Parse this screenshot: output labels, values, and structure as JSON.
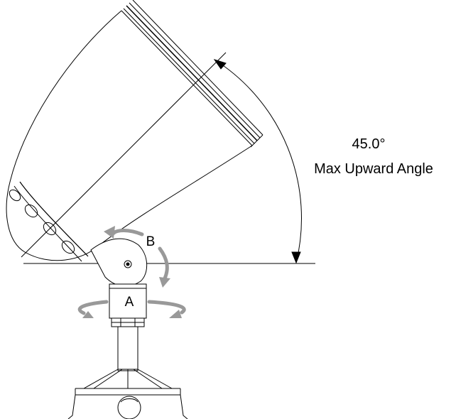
{
  "angle_annotation": {
    "value": "45.0°",
    "caption": "Max Upward Angle"
  },
  "axis_labels": {
    "tilt": "B",
    "rotation": "A"
  },
  "colors": {
    "line": "#000000",
    "arrow": "#999999",
    "background": "#ffffff"
  }
}
